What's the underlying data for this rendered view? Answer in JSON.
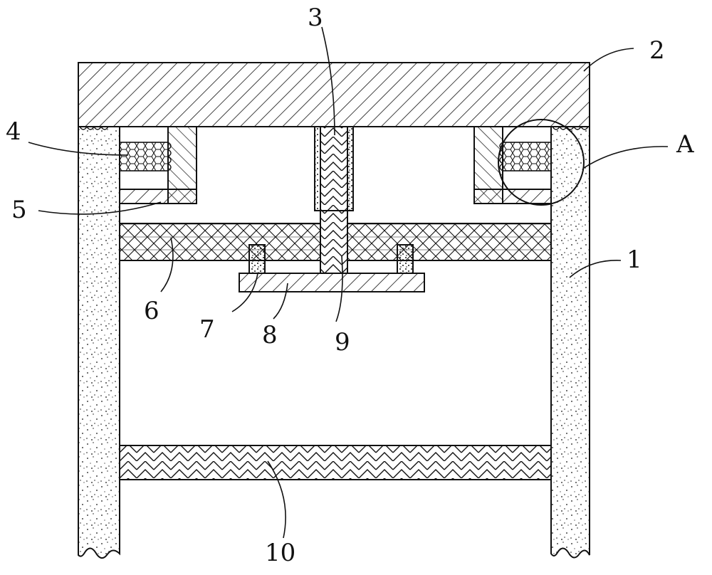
{
  "figure": {
    "labels": [
      {
        "id": "1",
        "text": "1"
      },
      {
        "id": "2",
        "text": "2"
      },
      {
        "id": "3",
        "text": "3"
      },
      {
        "id": "4",
        "text": "4"
      },
      {
        "id": "5",
        "text": "5"
      },
      {
        "id": "6",
        "text": "6"
      },
      {
        "id": "7",
        "text": "7"
      },
      {
        "id": "8",
        "text": "8"
      },
      {
        "id": "9",
        "text": "9"
      },
      {
        "id": "10",
        "text": "10"
      },
      {
        "id": "A",
        "text": "A"
      }
    ]
  },
  "colors": {
    "ink": "#111111",
    "background": "#ffffff"
  }
}
